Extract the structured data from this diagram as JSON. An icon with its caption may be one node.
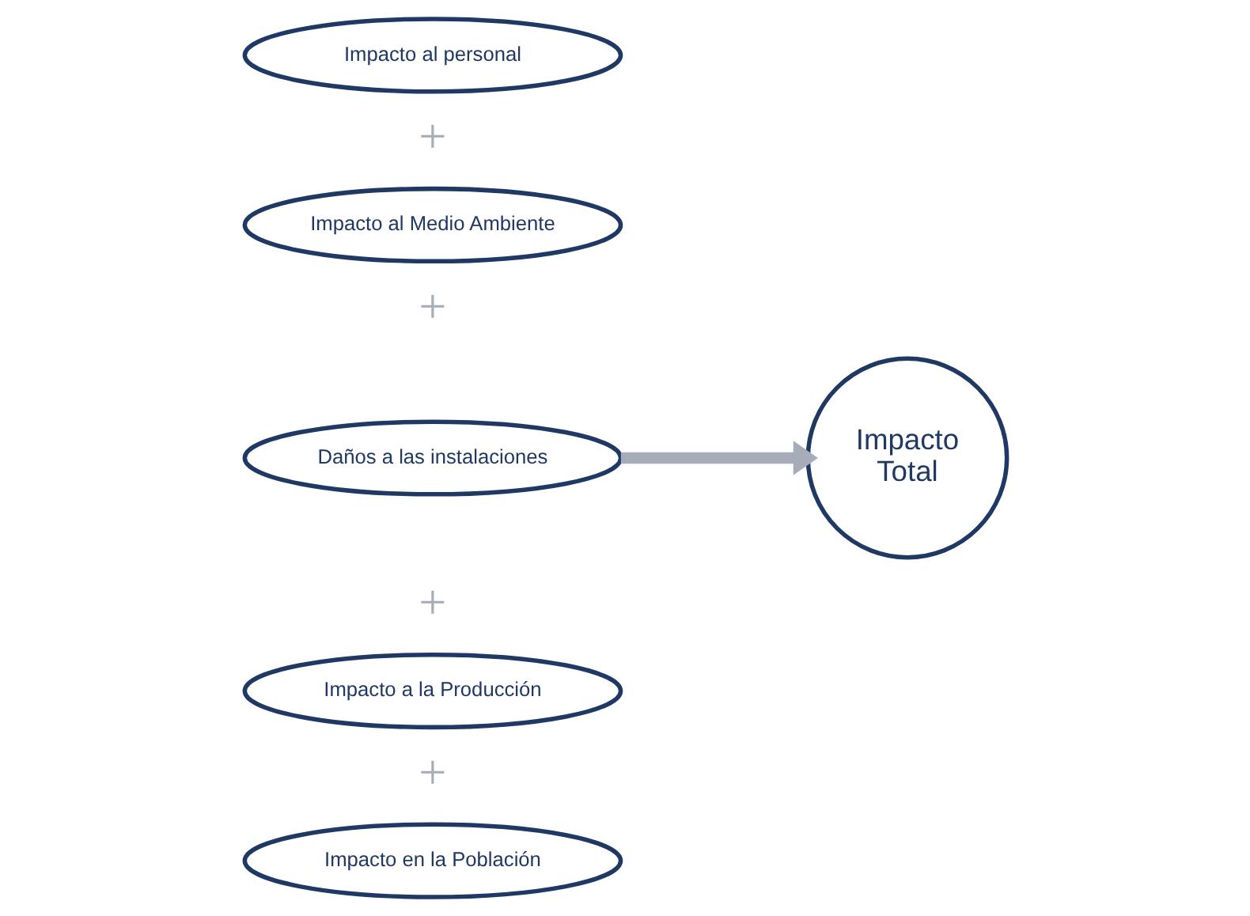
{
  "diagram": {
    "nodes": [
      {
        "text": [
          "Impacto al personal"
        ]
      },
      {
        "text": [
          "Impacto al Medio Ambiente"
        ]
      },
      {
        "text": [
          "Daños a las instalaciones"
        ]
      },
      {
        "text": [
          "Impacto a la Producción"
        ]
      },
      {
        "text": [
          "Impacto en la Población"
        ]
      },
      {
        "text": [
          "Impacto Total"
        ]
      }
    ],
    "edges": [
      {
        "from": 2,
        "to": 5,
        "arrow": "to"
      }
    ],
    "labels": [
      "+",
      "+",
      "+",
      "+"
    ]
  }
}
